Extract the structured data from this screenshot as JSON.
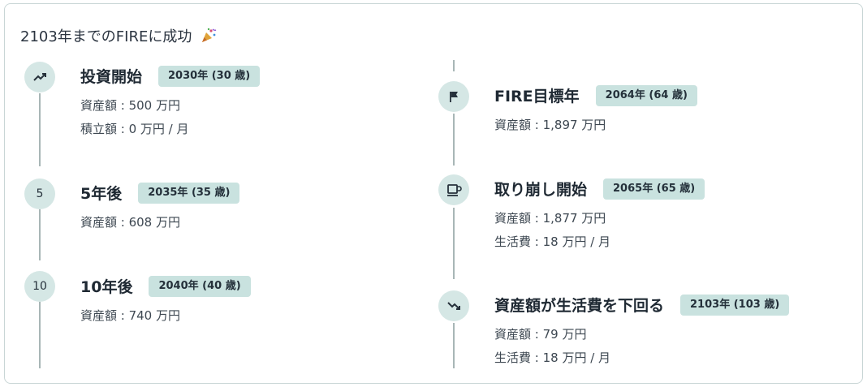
{
  "title": "2103年までのFIREに成功",
  "title_icon": "party-popper-icon",
  "accent_color": "#c9e2df",
  "node_color": "#d5e7e5",
  "left_events": [
    {
      "icon": "trending-up-icon",
      "node_text": "",
      "name": "投資開始",
      "badge": "2030年 (30 歳)",
      "details": [
        "資産額 : 500 万円",
        "積立額 : 0 万円 / 月"
      ]
    },
    {
      "icon": "",
      "node_text": "5",
      "name": "5年後",
      "badge": "2035年 (35 歳)",
      "details": [
        "資産額 : 608 万円"
      ]
    },
    {
      "icon": "",
      "node_text": "10",
      "name": "10年後",
      "badge": "2040年 (40 歳)",
      "details": [
        "資産額 : 740 万円"
      ]
    }
  ],
  "right_events": [
    {
      "icon": "flag-icon",
      "node_text": "",
      "name": "FIRE目標年",
      "badge": "2064年 (64 歳)",
      "details": [
        "資産額 : 1,897 万円"
      ]
    },
    {
      "icon": "coffee-cup-icon",
      "node_text": "",
      "name": "取り崩し開始",
      "badge": "2065年 (65 歳)",
      "details": [
        "資産額 : 1,877 万円",
        "生活費 : 18 万円 / 月"
      ]
    },
    {
      "icon": "trending-down-icon",
      "node_text": "",
      "name": "資産額が生活費を下回る",
      "badge": "2103年 (103 歳)",
      "details": [
        "資産額 : 79 万円",
        "生活費 : 18 万円 / 月"
      ]
    }
  ]
}
